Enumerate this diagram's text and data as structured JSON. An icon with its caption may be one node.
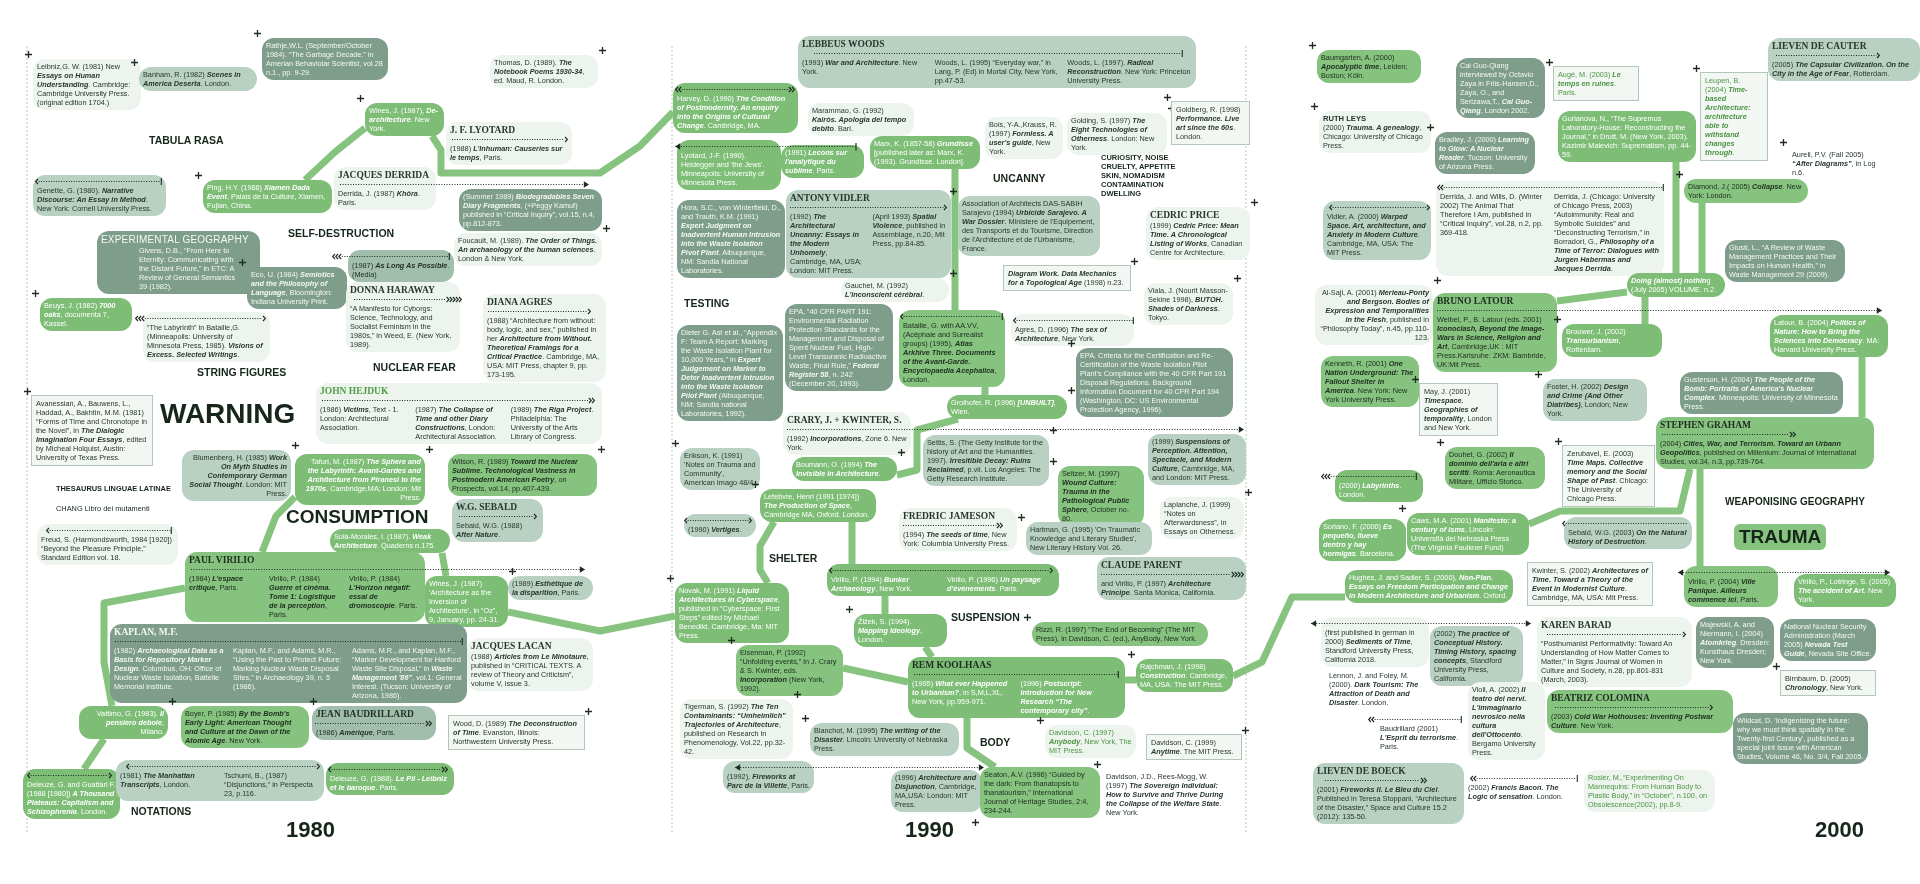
{
  "diagram": {
    "nodes": [
      {
        "text": [
          "Leibniz,G. W. (1981) New **Essays on Human Understanding**. Cambridge: Cambridge University Press. (original edition 1704.)"
        ]
      },
      {
        "text": [
          "Banham, R. (1982) **Scenes in America Deserta**. London."
        ]
      },
      {
        "text": [
          "Rathje,W.L. (September/October 1984). “The Garbage Decade.” in Amerian Behaviolar Scientist, vol.28 n.1., pp. 9-29."
        ]
      },
      {
        "text": [
          "Thomas, D. (1989). **The Notebook Poems 1930-34**, ed. Maud, R. London."
        ]
      },
      {
        "text": [
          "Wines, J. (1987), **De-architecture**. New York."
        ]
      },
      {
        "text": [
          "J. F. LYOTARD",
          "(1988) **L'Inhuman: Causeries sur le temps**, Paris."
        ]
      },
      {
        "text": [
          "Genette, G. (1980). **Narrative Discourse: An Essay in Method**. New York: Cornell University Press."
        ]
      },
      {
        "text": [
          "Ping, H.Y. (1986) **Xiamen Dada Event**, Palais de la Culture, Xiamen, Fujian, China."
        ]
      },
      {
        "text": [
          "JACQUES DERRIDA",
          "Derrida, J. (1987) **Khôra**. Paris."
        ]
      },
      {
        "text": [
          "(Summer 1989) **Biodegradables Seven Diary Fragments**, (+Peggy Kamuf) published in “Critical Inquiry”, vol.15, n.4, pp.812-873."
        ]
      },
      {
        "text": [
          "EXPERIMENTAL GEOGRAPHY",
          "Givens, D.B., “From Here to Eternity: Communicating with the Distant Future,” in ETC: A Review of General Semantics 39 (1982)."
        ]
      },
      {
        "text": [
          "Eco, U. (1984) **Semiotics and the Philosophy of Language**, Bloomington: Indiana University Print."
        ]
      },
      {
        "text": [
          "(1987) **As Long As Possible**. (Media)"
        ]
      },
      {
        "text": [
          "Foucault, M. (1989). **The Order of Things. An archaeology of the human sciences**. London & New York."
        ]
      },
      {
        "text": [
          "Beuys, J. (1982) **7000 oaks**, documenta 7, Kassel."
        ]
      },
      {
        "text": [
          "“The Labyrinth” in Bataille,G. (Minneapolis: University of Minnesota Press, 1985). **Visions of Excess. Selected Writings**."
        ]
      },
      {
        "text": [
          "DONNA HARAWAY",
          "“A Manifesto for Cyborgs: Science, Technology, and Socialist Feminism in the 1980s,” in Weed, E. (New York, 1989)."
        ]
      },
      {
        "text": [
          "DIANA AGRES",
          "(1988) “Architecture from without: body, logic, and sex,” published in her **Architecture from Without. Theoretical Framings for a Critical Practice**. Cambridge, MA, USA: MIT Press, chapter 9, pp. 173-195."
        ]
      },
      {
        "text": [
          "Avanessian, A., Bauwens, L., Haddad, A., Bakhtin, M.M. (1981) “Forms of Time and Chronotope in the Novel”, in **The Dialogic Imagination Four Essays**, edited by Micheal Holquist, Austin: University of Texas Press."
        ]
      },
      {
        "text": [
          "JOHN HEJDUK",
          "(1986) **Victims**, Text - 1. London: Architectural Association.",
          "(1987) **The Collapse of Time and other Diary Constructions**, London: Architectural Association.",
          "(1989) **The Riga Project**. Philadelphia: The University of the Arts Library of Congress."
        ]
      },
      {
        "text": [
          "Blumenberg, H. (1985) **Work On Myth Studies in Contemporary German Social Thought**. London: MIT Press."
        ]
      },
      {
        "text": [
          "Tafuri, M. (1987) **The Sphere and the Labyrinth: Avant-Gardes and Architecture from Piranesi to the 1970s**, Cambridge,MA; London: Mit Press."
        ]
      },
      {
        "text": [
          "Wilson, R. (1989) **Toward the Nuclear Sublime. Technological Vastness in Postmodern American Poetry**, on Prospects, vol.14, pp.407-439."
        ]
      },
      {
        "text": [
          "Freud, S. (Harmondsworth, 1984 [1920]) “Beyond the Pleasure Principle,” Standard Edition vol. 18."
        ]
      },
      {
        "text": [
          "Solà-Morales, I. (1987). **Weak Architecture**. Quaderns n.175."
        ]
      },
      {
        "text": [
          "W.G. SEBALD",
          "Sebald, W.G. (1988) **After Nature**."
        ]
      },
      {
        "text": [
          "PAUL VIRILIO",
          "(1984) **L'espace critique**, Paris.",
          "Virilio, P. (1984) **Guerre et cinéma. Tome 1: Logistique de la perception**, Paris.",
          "Virilio, P. (1984) **L'Horizon négatif: essai de dromoscopie**. Paris."
        ]
      },
      {
        "text": [
          "Wines, J. (1987) 'Architecture as the Inversion of Architecture', in “Oz”, 9, January, pp. 24-31."
        ]
      },
      {
        "text": [
          "(1989) **Esthétique de la disparition**, Paris."
        ]
      },
      {
        "text": [
          "KAPLAN, M.F.",
          "(1982) **Archaeological Data as a Basis for Repository Marker Design**. Columbus, OH: Office of Nuclear Waste Isolation, Battelle Memorial Institute.",
          "Kaplan, M.F., and Adams, M.R., “Using the Past to Protect Future: Marking Nuclear Waste Disposal Sites,” in Archaeology 39, n. 5 (1986).",
          "Adams, M.R., and Kaplan, M.F., “Marker Development for Hanford Waste Site Disposal,” in **Waste Management '86”**, vol.1: General Interest. (Tucson: University of Arizona, 1986)."
        ]
      },
      {
        "text": [
          "JACQUES LACAN",
          "(1988) **Articles from Le Minotaure**, published in “CRITICAL TEXTS. A review of Theory and Criticism”, volume V, issue 3."
        ]
      },
      {
        "text": [
          "Vattimo, G. (1983). **Il pensiero debole**, Milano."
        ]
      },
      {
        "text": [
          "Boyer, P. (1985) **By the Bomb's Early Light: American Thought and Culture at the Dawn of the Atomic Age**. New York."
        ]
      },
      {
        "text": [
          "JEAN BAUDRILLARD",
          "(1986) **Amérique**, Paris."
        ]
      },
      {
        "text": [
          "Wood, D. (1989) **The Deconstruction of Time**. Evanston, Illinois: Northwestern University Press."
        ]
      },
      {
        "text": [
          "Deleuze, G. and Guattari F. (1988 [1980]) **A Thousand Plateaus: Capitalism and Schizophrenia**. London."
        ]
      },
      {
        "text": [
          "(1981) **The Manhattan Transcripts**, London.",
          "Tschumi, B., (1987) “Disjunctions,” in Perspecta 23, p.116."
        ]
      },
      {
        "text": [
          "Deleuze, G. (1988). **Le Pli - Leibniz et le baroque**. Paris."
        ]
      },
      {
        "text": [
          "LEBBEUS WOODS",
          "(1993) **War and Architecture**. New York.",
          "Woods, L. (1995) “Everyday war,” in Lang, P. (Ed) in Mortal City, New York, pp.47-53.",
          "Woods, L. (1997). **Radical Reconstruction**. New York: Princeton University Press."
        ]
      },
      {
        "text": [
          "Harvey, D. (1990) **The Condition of Postmodernity. An enquiry into the Origins of Cultural Change**. Cambridge, MA."
        ]
      },
      {
        "text": [
          "Marammao, G. (1992) **Kairòs. Apologia del tempo debito**. Bari."
        ]
      },
      {
        "text": [
          "Lyotard, J-F. (1990). Heidegger and 'the Jews'. Minneapolis: University of Minnesota Press."
        ]
      },
      {
        "text": [
          "(1991) **Lecons sur l'analytique du sublime**. Paris."
        ]
      },
      {
        "text": [
          "Marx, K. (1857-58) **Grundisse** [published later as: Marx, K. (1993). Grundisse. London]."
        ]
      },
      {
        "text": [
          "Bois, Y-A.,Krauss, R. (1997) **Formless. A user's guide**, New York."
        ]
      },
      {
        "text": [
          "Golding, S. (1997) **The Eight Technologies of Otherness**. London: New York."
        ]
      },
      {
        "text": [
          "Goldberg, R. (1998) **Performance. Live art since the 60s**. London."
        ]
      },
      {
        "text": [
          "ANTONY VIDLER",
          "(1992) **The Architectural Uncanny: Essays in the Modern Unhomely**, Cambridge, MA, USA; London: MIT Press.",
          "(April 1993) **Spatial Violence**, published in Assemblage, n.20, Mit Press, pp.84-85."
        ]
      },
      {
        "text": [
          "Hora, S.C., von Winterfield, D., and Trauth, K.M. (1991) **Expert Judgment on Inadvertent Human Intrusion into the Waste Isolation Pivot Plant**. Albuquerque, NM: Sandia National Laboratories."
        ]
      },
      {
        "text": [
          "Association of Architects DAS-SABIH Sarajevo (1994) **Urbicide Sarajevo. A War Dossier**. Ministere de l'Equipement, des Transports et du Tourisme, Direction de l'Architecture et de l'Urbanisme, France."
        ]
      },
      {
        "text": [
          "CEDRIC PRICE",
          "(1999) **Cedric Price: Mean Time. A Chronological Listing of Works**, Canadian Centre for Architecture."
        ]
      },
      {
        "text": [
          "Gauchet, M. (1992) **L'inconscient cérébral**."
        ]
      },
      {
        "text": [
          "**Diagram Work. Data Mechanics for a Topological Age** (1998) n.23."
        ]
      },
      {
        "text": [
          "Viala, J. (Nourit Masson-Sekine 1998), **BUTOH. Shades of Darkness**. Tokyo."
        ]
      },
      {
        "text": [
          "EPA, “40 CFR PART 191: Environmental Radiation Protection Standards for the Management and Disposal of Spent Nuclear Fuel, High-Level Transuranic Radioactive Waste; Final Rule,” **Federal Register 58**, n. 242 (December 20, 1993)."
        ]
      },
      {
        "text": [
          "Dieter G. Ast et al., “Appendix F: Team A Report: Marking the Waste Isolation Plant for 10,000 Years,” in **Expert Judgement on Marker to Deter Inadvertent Intrusion into the Waste Isolation Pilot Plant** (Albuquerque, NM: Sandia national Laboratories, 1992)."
        ]
      },
      {
        "text": [
          "Bataille, G. with AA.VV, (Acéphale and Surrealist groups) (1995), **Atlas Arkhive Three. Documents of the Avant-Garde. Encyclopaedia Acephalica**, London."
        ]
      },
      {
        "text": [
          "Agres, D. (1996) **The sex of Architecture**, New York."
        ]
      },
      {
        "text": [
          "Groihofer, R. (1996) **[UNBUILT]**, Wien."
        ]
      },
      {
        "text": [
          "EPA. Criteria for the Certification and Re-Certification of the Waste Isolation Pilot Plant's Compliance with the 40 CFR Part 191 Disposal Regulations. Background Information Document for 40 CFR Part 194 (Washington, DC: US Environmental Protection Agency, 1996)."
        ]
      },
      {
        "text": [
          "CRARY, J. + KWINTER, S.",
          "(1992) **Incorporations**, Zone 6. New York."
        ]
      },
      {
        "text": [
          "Settis, S. (The Getty Institute for the history of Art and the Humanities. 1997). **Irresitible Decay: Ruins Reclaimed**, p.vii. Los Angeles: The Getty Research Institute."
        ]
      },
      {
        "text": [
          "(1999) **Suspensions of Perception. Attention, Spectacle, and Modern Culture**, Cambridge, MA, and London: MIT Press."
        ]
      },
      {
        "text": [
          "Erikson, K. (1991) 'Notes on Trauma and Community', American Imago 48/4."
        ]
      },
      {
        "text": [
          "Boumann, O. (1994) **The Invisible in Architecture**."
        ]
      },
      {
        "text": [
          "Seltzer, M. (1997) **Wound Culture: Trauma in the Pathological Public Sphere**, October no. 80."
        ]
      },
      {
        "text": [
          "Lefebvre, Henri (1991 [1974]) **The Production of Space**, Cambridge MA, Oxford. London."
        ]
      },
      {
        "text": [
          "(1990) **Vertiges**."
        ]
      },
      {
        "text": [
          "FREDRIC JAMESON",
          "(1994) **The seeds of time**, New York: Columbia University Press."
        ]
      },
      {
        "text": [
          "Hartman, G. (1995) 'On Traumatic Knowledge and Literary Studies', New Literary History Vol. 26."
        ]
      },
      {
        "text": [
          "Laplanche, J. (1999) “Notes on Afterwardsness”, in Essays on Otherness."
        ]
      },
      {
        "text": [
          "Virilio, P. (1994) **Bunker Archaeology**, New York.",
          "Virilio, P. (1996) **Un paysage d'événements**. Paris."
        ]
      },
      {
        "text": [
          "CLAUDE PARENT",
          "and Virilio, P. (1997) **Architecture Principe**. Santa Monica, California."
        ]
      },
      {
        "text": [
          "Novak, M. (1991) **Liquid Architectures in Cyberspace**, published in “Cyberspace: First Steps” edited by Michael Benedikt. Cambridge, Ma: MIT Press."
        ]
      },
      {
        "text": [
          "Žižek, S. (1994). **Mapping Ideology**, London."
        ]
      },
      {
        "text": [
          "Rizzi, R. (1997) “The End of Becoming” (The MIT Press), in Davidson, C. (ed.), AnyBody, New York."
        ]
      },
      {
        "text": [
          "Eisenman, P. (1992) “Unfolding events,” in J. Crary & S. Kwinter, eds. **Incorporation** (New York, 1992)."
        ]
      },
      {
        "text": [
          "REM KOOLHAAS",
          "(1995) **What ever Happened to Urbanism?**, in S,M,L,XL, New York, pp.959-971.",
          "(1996) **Postscript: Introduction for New Research “The contemporary city”**."
        ]
      },
      {
        "text": [
          "Rajchman, J. (1998) **Construction**. Cambridge, MA, USA: The MIT Press."
        ]
      },
      {
        "text": [
          "Tigerman, S. (1992) **The Ten Contaminants: “Umheimlich” Trajectories of Architecture**, published on Research in Phenomenology, Vol.22, pp.32-42."
        ]
      },
      {
        "text": [
          "Davidson, C. (1997) **Anybody**, New York, The MIT Press."
        ]
      },
      {
        "text": [
          "Blanchot, M. (1995) **The writing of the Disaster**. Lincoln: University of Nebraska Press."
        ]
      },
      {
        "text": [
          "Davidson, C. (1999) **Anytime**. The MIT Press."
        ]
      },
      {
        "text": [
          "(1992), **Fireworks at Parc de la Villette**, Paris."
        ]
      },
      {
        "text": [
          "(1996) **Architecture and Disjunction**, Cambridge, MA,USA: London: MIT Press."
        ]
      },
      {
        "text": [
          "Seaton, A.V. (1996) “Guided by the dark: From thanatopsis to thanatourism,” International Journal of Heritage Studies, 2:4, 234-244."
        ]
      },
      {
        "text": [
          "Davidson, J.D., Rees-Mogg, W. (1997) **The Sovereign Individual: How to Survive and Thrive During the Collapse of the Welfare State**. New York."
        ]
      },
      {
        "text": [
          "Baumgarten, A. (2000) **Apocalyptic time**, Leiden; Boston; Köln."
        ]
      },
      {
        "text": [
          "Cai Guo-Qiang interviewed by Octavio Zaya in Friis-Hansen,D., Zaya, O., and Serizawa,T., **Cai Guo-Qiang**, London 2002."
        ]
      },
      {
        "text": [
          "Augé, M. (2003) **Le temps en ruines**. Paris."
        ]
      },
      {
        "text": [
          "LIEVEN DE CAUTER",
          "(2005) **The Capsular Civilization. On the City in the Age of Fear**, Rotterdam."
        ]
      },
      {
        "text": [
          "Leupen, B. (2004) **Time-based Architecture: architecture able to withstand changes through**."
        ]
      },
      {
        "text": [
          "RUTH LEYS",
          "(2000) **Trauma. A genealogy**, Chicago: University of Chicago Press."
        ]
      },
      {
        "text": [
          "Bradley, J. (2000) **Learning to Glow: A Nuclear Reader**. Tucson: University of Arizona Press."
        ]
      },
      {
        "text": [
          "Gurianova, N., “The Supremus Laboratory-House: Reconstructing the Journal,” in Drutt, M. (New York, 2003). Kazimir Malevich: Suprematism, pp. 44-59."
        ]
      },
      {
        "text": [
          "Aureli, P.V. (Fall 2005) **“After Diagrams”**, in Log n.6."
        ]
      },
      {
        "text": [
          "Derrida, J. and Wills, D. (Winter 2002) The Animal That Therefore I Am, published in “Critical Inquiry”, vol.28, n.2, pp. 369-418.",
          "Derrida, J. (Chicago: University of Chicago Press, 2003) “Autoimmunity: Real and Symbolic Suicides” and “Deconstructing Terrorism,” in Borradori, G., **Philosophy of a Time of Terror: Dialogues with Jurgen Habermas and Jacques Derrida**."
        ]
      },
      {
        "text": [
          "Vidler, A. (2000) **Warped Space. Art, architecture, and Anxiety in Modern Culture**. Cambridge, MA, USA: The MIT Press."
        ]
      },
      {
        "text": [
          "Diamond, J.( 2005) **Collapse**. New York: London."
        ]
      },
      {
        "text": [
          "Giusti, L., “A Review of Waste Management Practices and Their Impacts on Human Health,” in Waste Management 29 (2009)."
        ]
      },
      {
        "text": [
          "**Doing (almost) nothin**g (July 2005) VOLUME. n.2."
        ]
      },
      {
        "text": [
          "Al-Saji, A. (2001) **Merleau-Ponty and Bergson. Bodies of Expression and Temporalities in the Flesh**, published in “Philosophy Today”, n.45, pp.110-123."
        ]
      },
      {
        "text": [
          "BRUNO LATOUR",
          "Weibel, P., B. Latour (eds. 2001) **Iconoclash, Beyond the Image-Wars in Science, Religion and Art**, Cambridge,UK : MIT Press.Karlsruhe: ZKM: Bambride, UK:Mit Press."
        ]
      },
      {
        "text": [
          "Brouwer, J. (2002) **Transurbanism**, Rotterdam."
        ]
      },
      {
        "text": [
          "Latour, B. (2004) **Politics of Nature: How to Bring the Sciences into Democracy**. MA: Harvard University Press."
        ]
      },
      {
        "text": [
          "Kenneth, R. (2001) **One Nation Underground: The Fallout Shelter in America**. New York: New York University Press."
        ]
      },
      {
        "text": [
          "May, J. (2001) **Timespace. Geographies of temporality**, London and New York."
        ]
      },
      {
        "text": [
          "Foster, H. (2002) **Design and Crime (And Other Diatribes)**, London; New York."
        ]
      },
      {
        "text": [
          "Gusterson, H. (2004) **The People of the Bomb: Portraits of America's Nuclear Complex**. Minneapolis: University of Minnesota Press."
        ]
      },
      {
        "text": [
          "STEPHEN GRAHAM",
          "(2004) **Cities, War, and Terrorism. Toward an Urbann Geopolitics**, published on Millenium: Journal of International Studies, vol.34, n.3, pp.739-764."
        ]
      },
      {
        "text": [
          "Douhet, G. (2002) **Il dominio dell'aria e altri scritti**. Roma: Aeronautica Militare, Ufficio Storico."
        ]
      },
      {
        "text": [
          "Zerubavel, E. (2003) **Time Maps. Collective memory and the Social Shape of Past**. Chicago: The University of Chicago Press."
        ]
      },
      {
        "text": [
          "(2000) **Labyrinths**. London."
        ]
      },
      {
        "text": [
          "Soriano, F. (2000) **Es pequeño, llueve dentro y hay hormigas**. Barcelona."
        ]
      },
      {
        "text": [
          "Caws, M.A. (2001) **Manifesto: a century of isms**, Lincoln: Università del Nebraska Press (The Virginia Faulkner Fund)"
        ]
      },
      {
        "text": [
          "Sebald, W.G. (2003) **On the Natural History of Destruction**."
        ]
      },
      {
        "text": [
          "Hughes, J. and Sadler, S. (2000), **Non-Plan. Essays on Freedom Participation and Change in Modern Architecture and Urbanism**. Oxford."
        ]
      },
      {
        "text": [
          "Kwinter, S. (2002) **Architectures of Time. Toward a Theory of the Event in Modernist Culture**. Cambridge, MA, USA: Mit Press."
        ]
      },
      {
        "text": [
          "Virilio, P. (2004) **Ville Panique. Ailleurs commence ici**, Paris."
        ]
      },
      {
        "text": [
          "Virilio, P., Lotringe, S. (2005) **The accident of Art**. New York."
        ]
      },
      {
        "text": [
          "(first published in german in 2000) **Sediments of Time**, Standford University Press, California 2018."
        ]
      },
      {
        "text": [
          "(2002) **The practice of Conceptual History. Timing History, spacing concepts**, Standford University Press, California."
        ]
      },
      {
        "text": [
          "KAREN BARAD",
          "“Posthumanist Performativity: Toward An Understanding of How Matter Comes to Matter,” in Signs Journal of Women in Culture and Society, n.28, pp.801-831 (March, 2003)."
        ]
      },
      {
        "text": [
          "Majewski, A. and Niermann, I. (2004) **Atomkrieg**. Dresden: Kunsthaus Dresden; New York."
        ]
      },
      {
        "text": [
          "National Nuclear Security Administration (March 2005) **Nevada Test Guide**, Nevada Site Office."
        ]
      },
      {
        "text": [
          "Birnbaum, D. (2005) **Chronology**, New York."
        ]
      },
      {
        "text": [
          "Lennon, J. and Foley, M. (2000). **Dark Tourism: The Attraction of Death and Disaster**. London."
        ]
      },
      {
        "text": [
          "Baudrillard (2001) **L'Esprit du terrorisme**. Paris."
        ]
      },
      {
        "text": [
          "Violi, A. (2002) **Il teatro dei nervi. L'immaginario nevrosico nella cultura dell'Ottocento**. Bergamo University Press."
        ]
      },
      {
        "text": [
          "BEATRIZ COLOMINA",
          "(2003) **Cold War Hothouses: Inventing Postwar Culture**. New York."
        ]
      },
      {
        "text": [
          "Wildcat, D. 'Indigenising the future: why we must think spatially in the Twenty-first Century', published as a special joint issue with American Studies, Volume 46, No. 3/4, Fall 2005."
        ]
      },
      {
        "text": [
          "LIEVEN DE BOECK",
          "(2001) **Fireworks II. Le Bleu du Ciel**. Published in Teresa Stoppani, “Architecture of the Disaster,” Space and Culture 15.2 (2012): 135-50."
        ]
      },
      {
        "text": [
          "(2002) **Francis Bacon. The Logic of sensation**. London."
        ]
      },
      {
        "text": [
          "Rosler, M.,“Experimenting On Mannequins: From Human Body to Plastic Body,” in “October”, n.100, on Obsolescence(2002), pp.8-9."
        ]
      }
    ],
    "edges": [
      {
        "from": 7,
        "to": 4,
        "arrow": "none"
      },
      {
        "from": 4,
        "to": 39,
        "arrow": "none"
      },
      {
        "from": 43,
        "to": 56,
        "arrow": "none"
      },
      {
        "from": 56,
        "to": 58,
        "arrow": "none"
      },
      {
        "from": 58,
        "to": 64,
        "arrow": "none"
      },
      {
        "from": 66,
        "to": 71,
        "arrow": "none"
      },
      {
        "from": 66,
        "to": 73,
        "arrow": "none"
      },
      {
        "from": 71,
        "to": 74,
        "arrow": "none"
      },
      {
        "from": 74,
        "to": 77,
        "arrow": "none"
      },
      {
        "from": 76,
        "to": 77,
        "arrow": "none"
      },
      {
        "from": 77,
        "to": 85,
        "arrow": "none"
      },
      {
        "from": 77,
        "to": 78,
        "arrow": "none"
      },
      {
        "from": 78,
        "to": 116,
        "arrow": "none"
      },
      {
        "from": 27,
        "to": 73,
        "arrow": "none"
      },
      {
        "from": 21,
        "to": 26,
        "arrow": "none"
      },
      {
        "from": 24,
        "to": 27,
        "arrow": "none"
      },
      {
        "from": 26,
        "to": 31,
        "arrow": "none"
      },
      {
        "from": 31,
        "to": 35,
        "arrow": "none"
      },
      {
        "from": 94,
        "to": 100,
        "arrow": "none"
      },
      {
        "from": 98,
        "to": 100,
        "arrow": "none"
      },
      {
        "from": 100,
        "to": 103,
        "arrow": "none"
      },
      {
        "from": 102,
        "to": 100,
        "arrow": "none"
      },
      {
        "from": 104,
        "to": 109,
        "arrow": "none"
      },
      {
        "from": 109,
        "to": 118,
        "arrow": "none"
      },
      {
        "from": 114,
        "to": 109,
        "arrow": "none"
      },
      {
        "from": 8,
        "to": 9,
        "arrow": "to",
        "style": "dashed",
        "color": "#1d2b21"
      },
      {
        "from": 42,
        "to": 41,
        "arrow": "to",
        "style": "dashed",
        "color": "#1d2b21"
      },
      {
        "from": 60,
        "to": 62,
        "arrow": "to",
        "style": "dashed",
        "color": "#1d2b21"
      },
      {
        "from": 26,
        "to": 28,
        "arrow": "to",
        "style": "dashed",
        "color": "#1d2b21"
      },
      {
        "from": 83,
        "to": 84,
        "arrow": "both",
        "style": "dashed",
        "color": "#1d2b21"
      },
      {
        "from": 102,
        "to": 104,
        "arrow": "to",
        "style": "dashed",
        "color": "#1d2b21"
      },
      {
        "from": 120,
        "to": 121,
        "arrow": "both",
        "style": "dashed",
        "color": "#1d2b21"
      },
      {
        "from": 118,
        "to": 119,
        "arrow": "both",
        "style": "dashed",
        "color": "#1d2b21"
      }
    ],
    "labels": [
      "TABULA RASA",
      "SELF-DESTRUCTION",
      "STRING FIGURES",
      "NUCLEAR FEAR",
      "WARNING",
      "THESAURUS LINGUAE LATINAE",
      "CHANG Libro dei mutamenti",
      "CONSUMPTION",
      "NOTATIONS",
      "1980",
      "CURIOSITY, NOISE CRUELTY, APPETITE SKIN, NOMADISM CONTAMINATION DWELLING",
      "UNCANNY",
      "TESTING",
      "SHELTER",
      "SUSPENSION",
      "BODY",
      "1990",
      "WEAPONISING GEOGRAPHY",
      "TRAUMA",
      "2000"
    ]
  }
}
